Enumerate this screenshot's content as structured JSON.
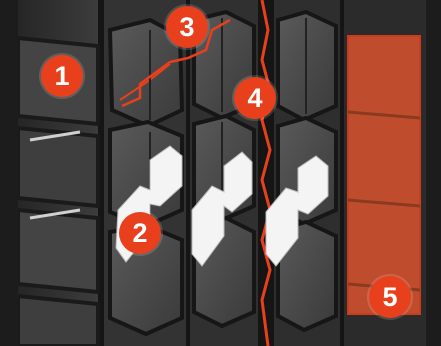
{
  "callouts": [
    {
      "id": "1",
      "label": "1"
    },
    {
      "id": "2",
      "label": "2"
    },
    {
      "id": "3",
      "label": "3"
    },
    {
      "id": "4",
      "label": "4"
    },
    {
      "id": "5",
      "label": "5"
    }
  ],
  "colors": {
    "accent": "#e8401c",
    "highlight_fill": "#d9542e",
    "tread_dark": "#2a2a2a",
    "tread_mid": "#4a4a4a",
    "groove": "#141414",
    "insert": "#f4f4f4"
  }
}
